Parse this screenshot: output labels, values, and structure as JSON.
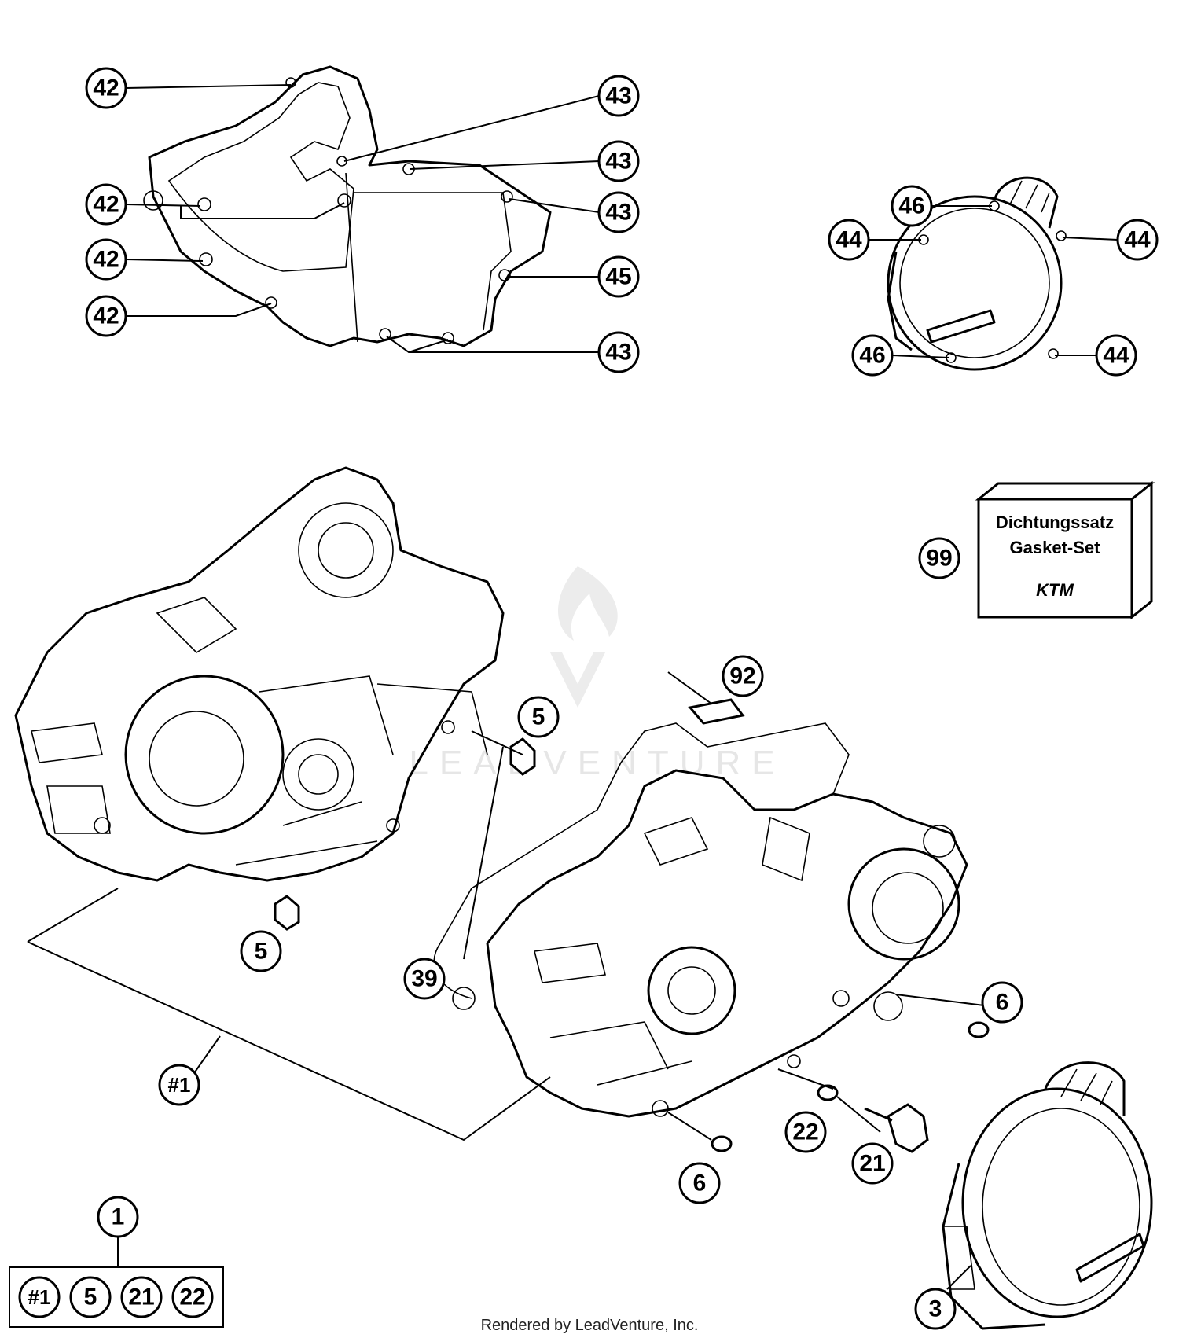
{
  "callouts": {
    "c42a": "42",
    "c42b": "42",
    "c42c": "42",
    "c42d": "42",
    "c43a": "43",
    "c43b": "43",
    "c43c": "43",
    "c43d": "43",
    "c45": "45",
    "c46a": "46",
    "c46b": "46",
    "c44a": "44",
    "c44b": "44",
    "c44c": "44",
    "c99": "99",
    "c92": "92",
    "c5a": "5",
    "c5b": "5",
    "c6a": "6",
    "c6b": "6",
    "c39": "39",
    "c22": "22",
    "c21": "21",
    "c3": "3",
    "c1hash": "#1",
    "c1": "1"
  },
  "kit_members": [
    "#1",
    "5",
    "21",
    "22"
  ],
  "gasket_box": {
    "line1": "Dichtungssatz",
    "line2": "Gasket-Set",
    "brand": "KTM"
  },
  "watermark": "LEADVENTURE",
  "credit": "Rendered by LeadVenture, Inc."
}
